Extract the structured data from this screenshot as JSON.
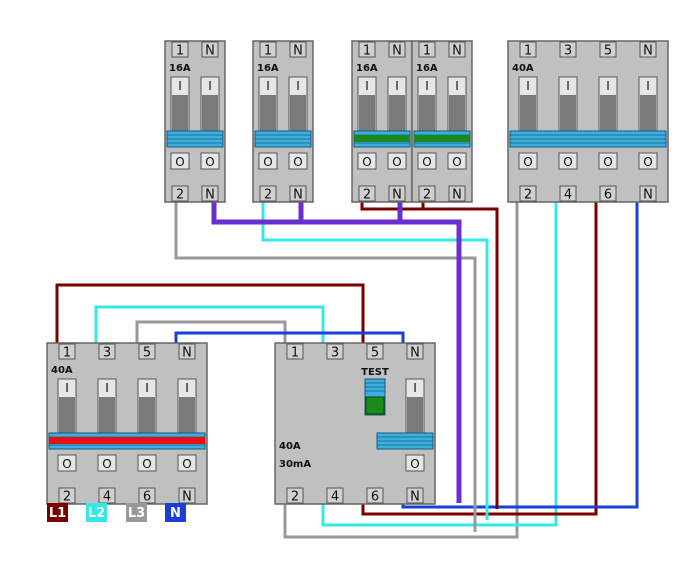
{
  "colors": {
    "brown": "#7a0000",
    "cyan": "#33e8e8",
    "grey": "#999999",
    "blue": "#1a3fd8",
    "purple": "#6a2fd0",
    "green": "#1a8a1a",
    "red": "#e81010",
    "device": "#c0c0c0",
    "device_dark": "#7a7a7a",
    "stripe": "#3bb0e0"
  },
  "devices": {
    "mcb_a": {
      "top": [
        "1",
        "N"
      ],
      "bottom": [
        "2",
        "N"
      ],
      "rating": "16A",
      "on": "I",
      "off": "O"
    },
    "mcb_b": {
      "top": [
        "1",
        "N"
      ],
      "bottom": [
        "2",
        "N"
      ],
      "rating": "16A",
      "on": "I",
      "off": "O"
    },
    "mcb_c": {
      "top": [
        "1",
        "N"
      ],
      "bottom": [
        "2",
        "N"
      ],
      "rating": "16A",
      "on": "I",
      "off": "O"
    },
    "mcb_d": {
      "top": [
        "1",
        "N"
      ],
      "bottom": [
        "2",
        "N"
      ],
      "rating": "16A",
      "on": "I",
      "off": "O"
    },
    "mcb_4p_top": {
      "top": [
        "1",
        "3",
        "5",
        "N"
      ],
      "bottom": [
        "2",
        "4",
        "6",
        "N"
      ],
      "rating": "40A",
      "on": "I",
      "off": "O"
    },
    "main_switch": {
      "top": [
        "1",
        "3",
        "5",
        "N"
      ],
      "bottom": [
        "2",
        "4",
        "6",
        "N"
      ],
      "rating": "40A",
      "on": "I",
      "off": "O"
    },
    "rcd": {
      "top": [
        "1",
        "3",
        "5",
        "N"
      ],
      "bottom": [
        "2",
        "4",
        "6",
        "N"
      ],
      "rating": "40A",
      "sensitivity": "30mA",
      "test": "TEST",
      "on": "I",
      "off": "O"
    }
  },
  "phase_labels": [
    "L1",
    "L2",
    "L3",
    "N"
  ]
}
